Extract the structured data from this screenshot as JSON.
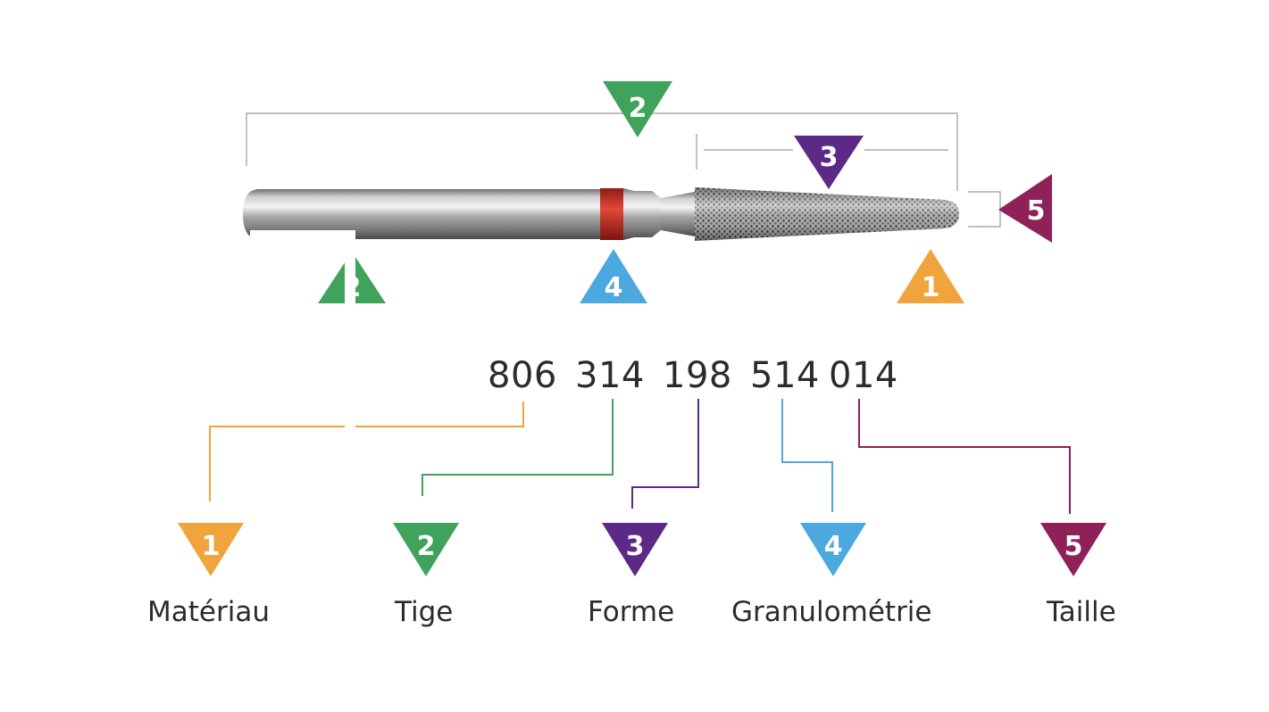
{
  "colors": {
    "orange": "#f0a43b",
    "green": "#3fa35b",
    "purple": "#5c2a86",
    "blue": "#4ba9df",
    "magenta": "#8e2158",
    "red_band": "#d63a2b",
    "text": "#2b2b2b",
    "bracket": "#9a9a9a"
  },
  "burr_markers": {
    "top_overall": "2",
    "top_working_part": "3",
    "right_tip": "5",
    "bottom_shank": "2",
    "bottom_band": "4",
    "bottom_head": "1"
  },
  "code": {
    "parts": [
      "806",
      "314",
      "198",
      "514",
      "014"
    ]
  },
  "legend": [
    {
      "number": "1",
      "label": "Matériau",
      "color": "orange"
    },
    {
      "number": "2",
      "label": "Tige",
      "color": "green"
    },
    {
      "number": "3",
      "label": "Forme",
      "color": "purple"
    },
    {
      "number": "4",
      "label": "Granulométrie",
      "color": "blue"
    },
    {
      "number": "5",
      "label": "Taille",
      "color": "magenta"
    }
  ]
}
